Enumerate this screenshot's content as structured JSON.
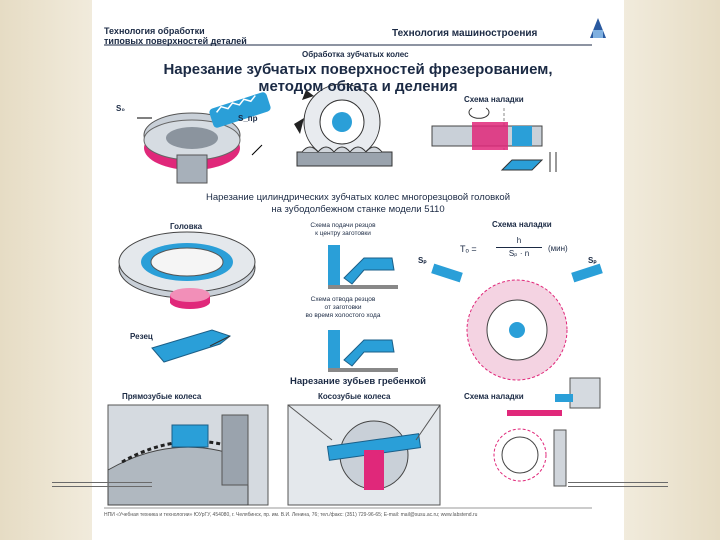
{
  "header": {
    "left_line1": "Технология обработки",
    "left_line2": "типовых поверхностей деталей",
    "right": "Технология машиностроения",
    "section": "Обработка зубчатых колес"
  },
  "title_line1": "Нарезание зубчатых поверхностей фрезерованием,",
  "title_line2": "методом обката и деления",
  "top": {
    "setup_label": "Схема наладки",
    "sym_s0": "S₀",
    "sym_spr": "S_пр"
  },
  "middle": {
    "caption_line1": "Нарезание цилиндрических зубчатых колес многорезцовой головкой",
    "caption_line2": "на зубодолбежном станке модели 5110",
    "head_label": "Головка",
    "feed_caption_line1": "Схема подачи резцов",
    "feed_caption_line2": "к центру заготовки",
    "setup_label": "Схема наладки",
    "formula_lhs": "Tₒ =",
    "formula_num": "h",
    "formula_den": "Sₚ · n",
    "formula_unit": "(мин)",
    "retract_line1": "Схема отвода резцов",
    "retract_line2": "от заготовки",
    "retract_line3": "во время холостого хода",
    "cutter_label": "Резец",
    "sym_sr": "Sₚ"
  },
  "bottom": {
    "caption": "Нарезание зубьев гребенкой",
    "straight_label": "Прямозубые колеса",
    "helical_label": "Косозубые колеса",
    "setup_label": "Схема наладки"
  },
  "footer": "НПИ «Учебная техника и технологии» ЮУрГУ, 454080, г. Челябинск, пр. им. В.И. Ленина, 76; тел./факс: (351) 729-96-65; E-mail: mail@susu.ac.ru; www.labstend.ru",
  "colors": {
    "accent_blue": "#2a9fd8",
    "accent_magenta": "#e0287a",
    "metal_gray": "#9aa3ad",
    "text": "#1b2a44",
    "background": "#efe8d6"
  }
}
